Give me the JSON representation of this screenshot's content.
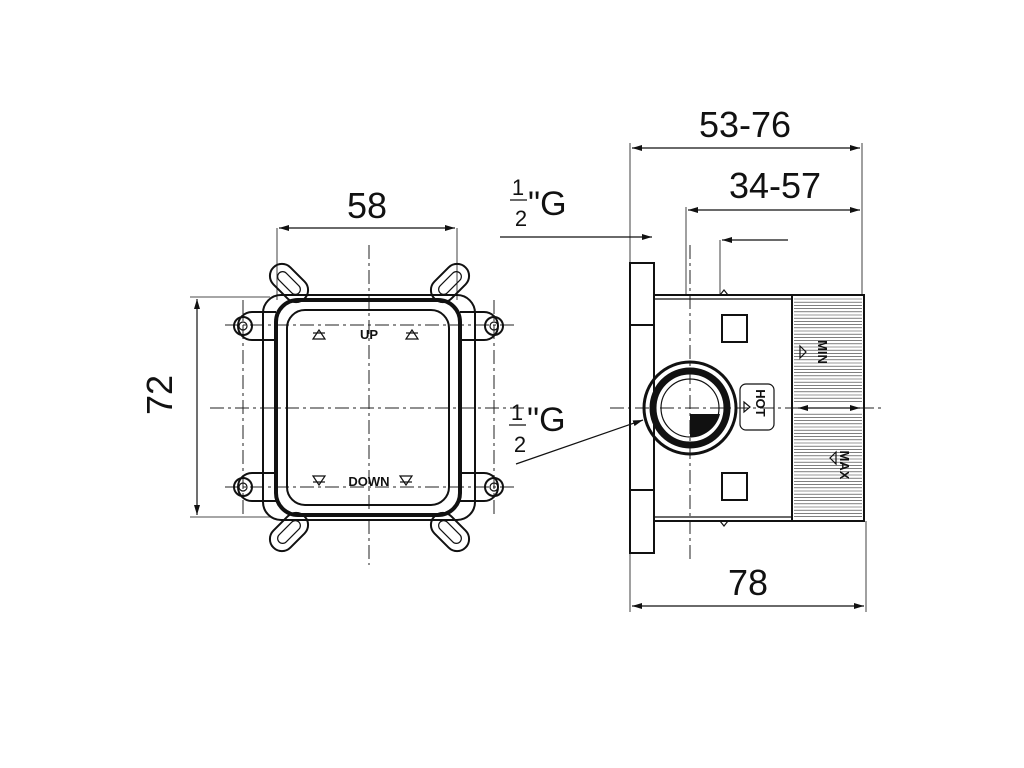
{
  "dimensions": {
    "front_width": "58",
    "front_height": "72",
    "side_range_outer": "53-76",
    "side_range_inner": "34-57",
    "side_total": "78"
  },
  "front_view": {
    "label_up": "UP",
    "label_down": "DOWN"
  },
  "side_view": {
    "label_min": "MIN",
    "label_max": "MAX",
    "label_hot": "HOT"
  },
  "thread_callouts": {
    "numerator": "1",
    "denominator": "2",
    "suffix": "\"G"
  }
}
